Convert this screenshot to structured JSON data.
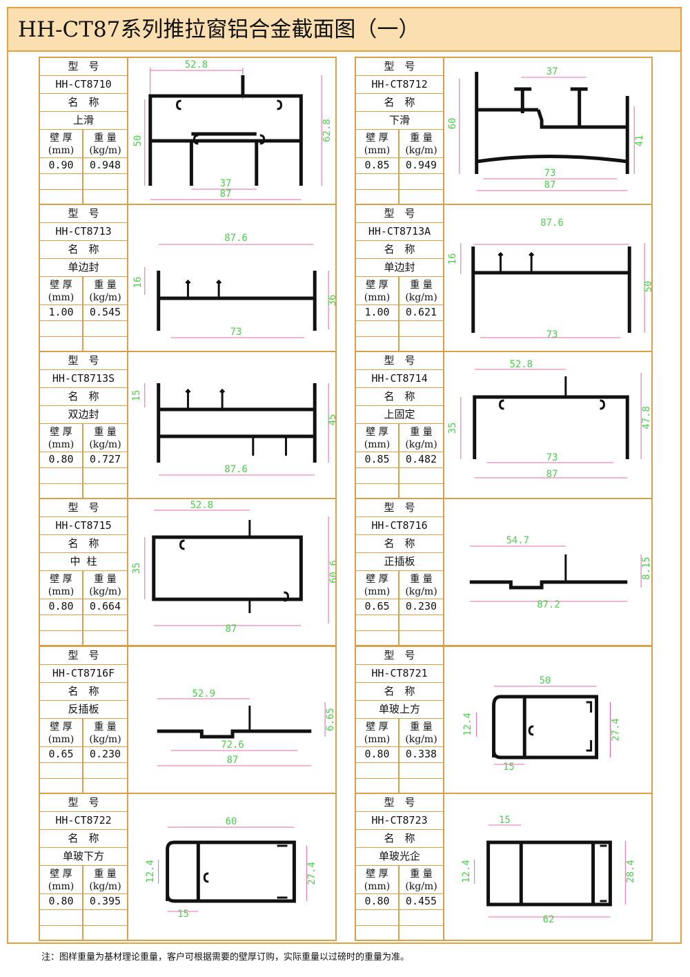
{
  "title": "HH-CT87系列推拉窗铝合金截面图（一）",
  "labels": {
    "model_header": "型　号",
    "name_header": "名　称",
    "thickness": "壁 厚",
    "thickness_unit": "(mm)",
    "weight": "重 量",
    "weight_unit": "(kg/m)"
  },
  "profiles": [
    {
      "model": "HH-CT8710",
      "name": "上滑",
      "thickness": "0.90",
      "weight": "0.948",
      "dims": [
        "52.8",
        "50",
        "62.8",
        "37",
        "87"
      ]
    },
    {
      "model": "HH-CT8712",
      "name": "下滑",
      "thickness": "0.85",
      "weight": "0.949",
      "dims": [
        "37",
        "60",
        "41",
        "73",
        "87"
      ]
    },
    {
      "model": "HH-CT8713",
      "name": "单边封",
      "thickness": "1.00",
      "weight": "0.545",
      "dims": [
        "87.6",
        "16",
        "36",
        "73"
      ]
    },
    {
      "model": "HH-CT8713A",
      "name": "单边封",
      "thickness": "1.00",
      "weight": "0.621",
      "dims": [
        "87.6",
        "16",
        "50",
        "73"
      ]
    },
    {
      "model": "HH-CT8713S",
      "name": "双边封",
      "thickness": "0.80",
      "weight": "0.727",
      "dims": [
        "15",
        "45",
        "87.6"
      ]
    },
    {
      "model": "HH-CT8714",
      "name": "上固定",
      "thickness": "0.85",
      "weight": "0.482",
      "dims": [
        "52.8",
        "35",
        "47.8",
        "73",
        "87"
      ]
    },
    {
      "model": "HH-CT8715",
      "name": "中 柱",
      "thickness": "0.80",
      "weight": "0.664",
      "dims": [
        "52.8",
        "35",
        "60.6",
        "87"
      ]
    },
    {
      "model": "HH-CT8716",
      "name": "正插板",
      "thickness": "0.65",
      "weight": "0.230",
      "dims": [
        "54.7",
        "8.15",
        "87.2"
      ]
    },
    {
      "model": "HH-CT8716F",
      "name": "反插板",
      "thickness": "0.65",
      "weight": "0.230",
      "dims": [
        "52.9",
        "6.65",
        "72.6",
        "87"
      ]
    },
    {
      "model": "HH-CT8721",
      "name": "单玻上方",
      "thickness": "0.80",
      "weight": "0.338",
      "dims": [
        "50",
        "12.4",
        "27.4",
        "15"
      ]
    },
    {
      "model": "HH-CT8722",
      "name": "单玻下方",
      "thickness": "0.80",
      "weight": "0.395",
      "dims": [
        "60",
        "12.4",
        "27.4",
        "15"
      ]
    },
    {
      "model": "HH-CT8723",
      "name": "单玻光企",
      "thickness": "0.80",
      "weight": "0.455",
      "dims": [
        "15",
        "12.4",
        "28.4",
        "62"
      ]
    }
  ],
  "note": "注：图样重量为基材理论重量，客户可根据需要的壁厚订购，实际重量以过磅时的重量为准。",
  "colors": {
    "border": "#e3a140",
    "title_bg": "#fbdfb0",
    "dimension_text": "#4cd04c",
    "dimension_line": "#e23a8a",
    "profile": "#111111"
  }
}
